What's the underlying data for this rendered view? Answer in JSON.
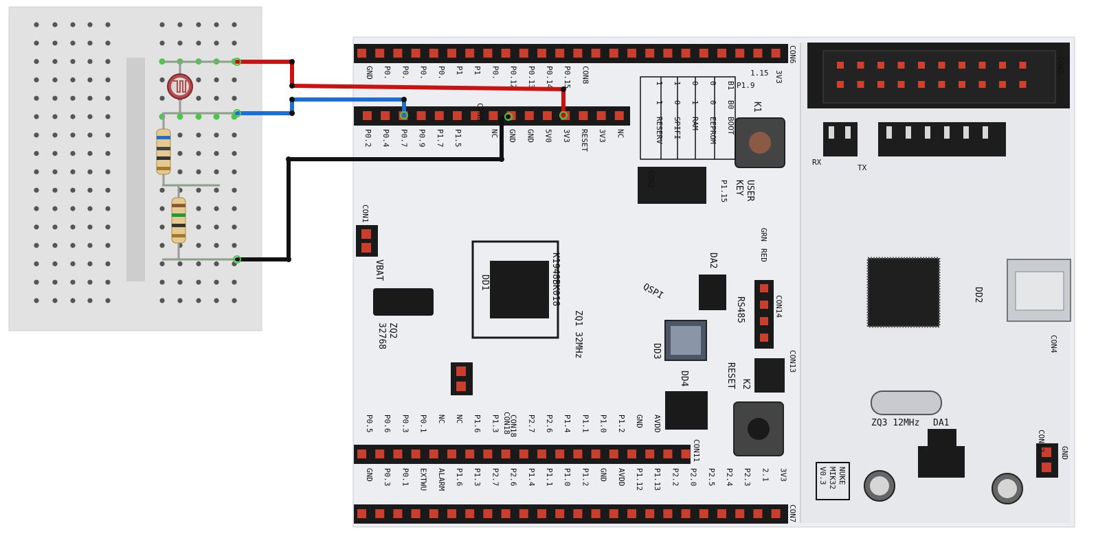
{
  "breadboard": {
    "rows": 16,
    "hole_color": "#555555",
    "active_hole_color": "#46c846"
  },
  "board": {
    "name": "NUKE MIK32 V0.3",
    "name_lines": [
      "NUKE",
      "MIK32",
      "V0.3"
    ],
    "mcu_label": "K1948BK018",
    "mcu_ref": "DD1",
    "crystal_label": "ZQ1 32MHz",
    "crystal2_label": "ZQ3 12MHz",
    "rtc_crystal": [
      "ZQ2",
      "32768"
    ],
    "qspi_label": "QSPI",
    "top_header_pins": 24,
    "bottom_header_pins": 24,
    "mid_header_pins": 15,
    "connectors": {
      "con6": "CON6",
      "con5": "CON5",
      "con7": "CON7",
      "con8": "CON8",
      "con11": "CON11",
      "con13": "CON13",
      "con14": "CON14",
      "con4": "CON4",
      "con18": "CON18",
      "con22": "CON22",
      "con1": "CON1",
      "con2": "CON2"
    },
    "mid_labels_top": [
      "P0.2",
      "P0.4",
      "P0.7",
      "P0.9",
      "P1.7",
      "P1.5"
    ],
    "mid_labels_right": [
      "NC",
      "GND",
      "GND",
      "5V0",
      "3V3",
      "RESET",
      "3V3",
      "NC"
    ],
    "top_labels": [
      "GND",
      "P0.",
      "P0.",
      "P0.",
      "P0.",
      "P1",
      "P1",
      "P0.",
      "P0.12",
      "P0.13",
      "P0.14",
      "P0.15",
      "CON8"
    ],
    "bottom_labels_upper": [
      "P0.5",
      "P0.6",
      "P0.3",
      "P0.1",
      "NC",
      "NC",
      "P1.6",
      "P1.3",
      "CON18",
      "P2.7",
      "P2.6",
      "P1.4",
      "P1.1",
      "P1.0",
      "P1.2",
      "GND",
      "AVDD"
    ],
    "bottom_labels_lower": [
      "GND",
      "P0.3",
      "P0.1",
      "EXTWU",
      "ALARM",
      "P1.6",
      "P1.3",
      "P2.7",
      "P2.6",
      "P1.4",
      "P1.1",
      "P1.0",
      "P1.2",
      "GND",
      "AVDD",
      "P1.12",
      "P1.13",
      "P2.2",
      "P2.0",
      "P2.5",
      "P2.4",
      "P2.3",
      "2.1",
      "3V3"
    ],
    "boot_table": {
      "header": [
        "B1",
        "B0",
        "BOOT"
      ],
      "rows": [
        [
          "0",
          "0",
          "EEPROM"
        ],
        [
          "0",
          "1",
          "RAM"
        ],
        [
          "1",
          "0",
          "SPIFI"
        ],
        [
          "1",
          "1",
          "RESERV"
        ]
      ]
    },
    "misc_labels": {
      "vbat": "VBAT",
      "key": "KEY",
      "user": "USER",
      "k1": "K1",
      "k2": "K2",
      "reset": "RESET",
      "rs485": "RS485",
      "da1": "DA1",
      "da2": "DA2",
      "dd2": "DD2",
      "dd3": "DD3",
      "dd4": "DD4",
      "grn": "GRN",
      "red": "RED",
      "tx": "TX",
      "rx": "RX",
      "gnd": "GND",
      "p1_9": "P1.9",
      "p1_15": "P1.15",
      "con5_top": "1.15",
      "v3": "3V3"
    }
  },
  "wires": [
    {
      "name": "red-wire",
      "color": "#cc1111"
    },
    {
      "name": "blue-wire",
      "color": "#1e6fd0"
    },
    {
      "name": "black-wire",
      "color": "#111111"
    }
  ]
}
